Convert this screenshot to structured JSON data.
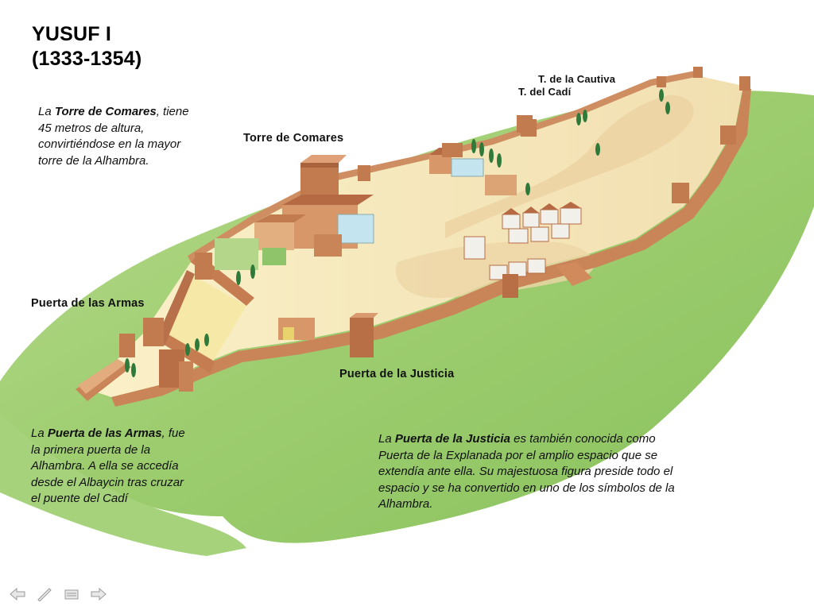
{
  "title": {
    "line1": "YUSUF I",
    "line2": "(1333-1354)"
  },
  "labels": {
    "torre_comares": "Torre de Comares",
    "cautiva": "T. de la Cautiva",
    "cadi": "T. del Cadí",
    "puerta_armas": "Puerta de las Armas",
    "puerta_justicia": "Puerta de la Justicia"
  },
  "notes": {
    "comares": {
      "pre": "La ",
      "bold": "Torre de Comares",
      "post": ", tiene 45 metros de altura, convirtiéndose en la mayor torre de la Alhambra."
    },
    "armas": {
      "pre": "La ",
      "bold": "Puerta de las Armas",
      "post": ", fue la primera puerta de la Alhambra. A ella se accedía desde el Albaycin tras cruzar el puente del Cadí"
    },
    "justicia": {
      "pre": "La ",
      "bold": "Puerta de la Justicia",
      "post": " es también conocida como Puerta de la Explanada por el amplio espacio que se extendía ante ella. Su majestuosa figura preside todo el espacio y se ha convertido en uno de los símbolos de la Alhambra."
    }
  },
  "nav": {
    "prev": "arrow-left-icon",
    "pen": "pen-icon",
    "menu": "menu-icon",
    "next": "arrow-right-icon"
  },
  "colors": {
    "hill": "#9fcf73",
    "plateau": "#f4e7b8",
    "wall": "#c98458",
    "roof": "#b56a44"
  }
}
